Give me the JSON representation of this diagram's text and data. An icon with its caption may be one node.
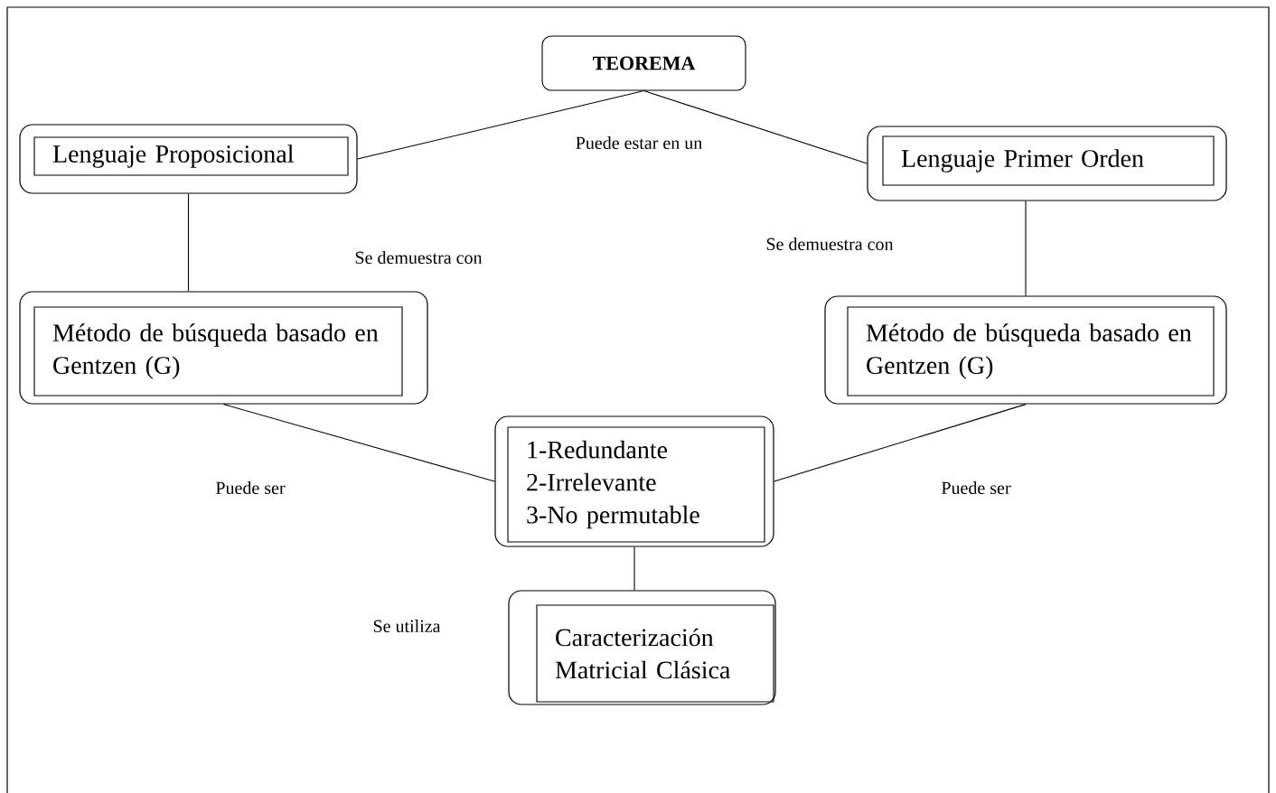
{
  "diagram": {
    "nodes": [
      {
        "text": [
          "TEOREMA"
        ]
      },
      {
        "text": [],
        "shape": "box"
      },
      {
        "text": [
          "Lenguaje Proposicional"
        ],
        "in": 1
      },
      {
        "text": [],
        "shape": "box"
      },
      {
        "text": [
          "Lenguaje Primer Orden"
        ],
        "in": 3
      },
      {
        "text": [],
        "shape": "box"
      },
      {
        "text": [
          "Método de búsqueda basado en Gentzen (G)"
        ],
        "in": 5
      },
      {
        "text": [],
        "shape": "box"
      },
      {
        "text": [
          "Método de búsqueda basado en Gentzen (G)"
        ],
        "in": 7
      },
      {
        "text": [],
        "shape": "box"
      },
      {
        "text": [
          "1-Redundante",
          "2-Irrelevante",
          "3-No permutable"
        ],
        "in": 9
      },
      {
        "text": [],
        "shape": "box"
      },
      {
        "text": [
          "Caracterización Matricial Clásica"
        ],
        "in": 11
      }
    ],
    "edges": [
      {
        "from": 0,
        "to": 1,
        "arrow": "none"
      },
      {
        "from": 0,
        "to": 3,
        "arrow": "none"
      },
      {
        "from": 1,
        "to": 5,
        "arrow": "none"
      },
      {
        "from": 3,
        "to": 7,
        "arrow": "none"
      },
      {
        "from": 5,
        "to": 9,
        "arrow": "none"
      },
      {
        "from": 7,
        "to": 9,
        "arrow": "none"
      },
      {
        "from": 9,
        "to": 11,
        "arrow": "none"
      }
    ],
    "labels": [
      "Puede estar en un",
      "Se demuestra con",
      "Se demuestra con",
      "Puede ser",
      "Puede ser",
      "Se utiliza"
    ]
  }
}
